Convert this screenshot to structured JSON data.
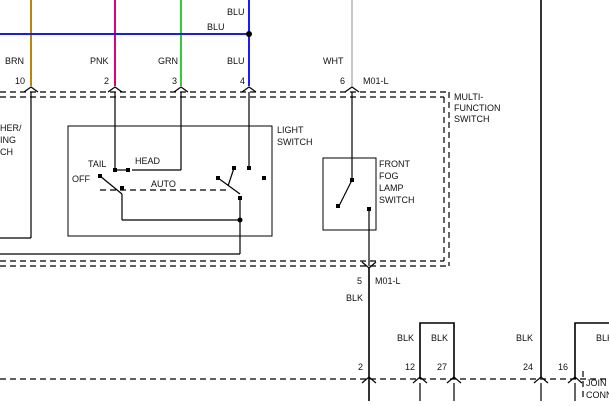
{
  "wire_colors": {
    "BRN": "#b8860b",
    "PNK": "#e0007a",
    "GRN": "#33cc33",
    "BLU": "#1a1aff",
    "WHT": "#c8c8c8",
    "BLK": "#000000"
  },
  "top_wires": {
    "blu_upper": "BLU",
    "blu_lower": "BLU",
    "brn": "BRN",
    "pnk": "PNK",
    "grn": "GRN",
    "blu": "BLU",
    "wht": "WHT"
  },
  "top_pins": {
    "p10": "10",
    "p2": "2",
    "p3": "3",
    "p4": "4",
    "p6": "6",
    "connector": "M01-L"
  },
  "multi_function_switch": {
    "line1": "MULTI-",
    "line2": "FUNCTION",
    "line3": "SWITCH"
  },
  "left_cut_labels": {
    "line1": "HER/",
    "line2": "ING",
    "line3": "CH"
  },
  "light_switch": {
    "title_line1": "LIGHT",
    "title_line2": "SWITCH",
    "tail": "TAIL",
    "head": "HEAD",
    "off": "OFF",
    "auto": "AUTO"
  },
  "fog_switch": {
    "line1": "FRONT",
    "line2": "FOG",
    "line3": "LAMP",
    "line4": "SWITCH"
  },
  "lower_connector": {
    "pin": "5",
    "connector": "M01-L",
    "wire": "BLK"
  },
  "bottom": {
    "wire_a": "BLK",
    "wire_b": "BLK",
    "wire_c": "BLK",
    "wire_d": "BLK",
    "pin_a": "2",
    "pin_b": "12",
    "pin_c": "27",
    "pin_d": "24",
    "pin_e": "16",
    "joint_line1": "JOIN",
    "joint_line2": "CONN"
  }
}
